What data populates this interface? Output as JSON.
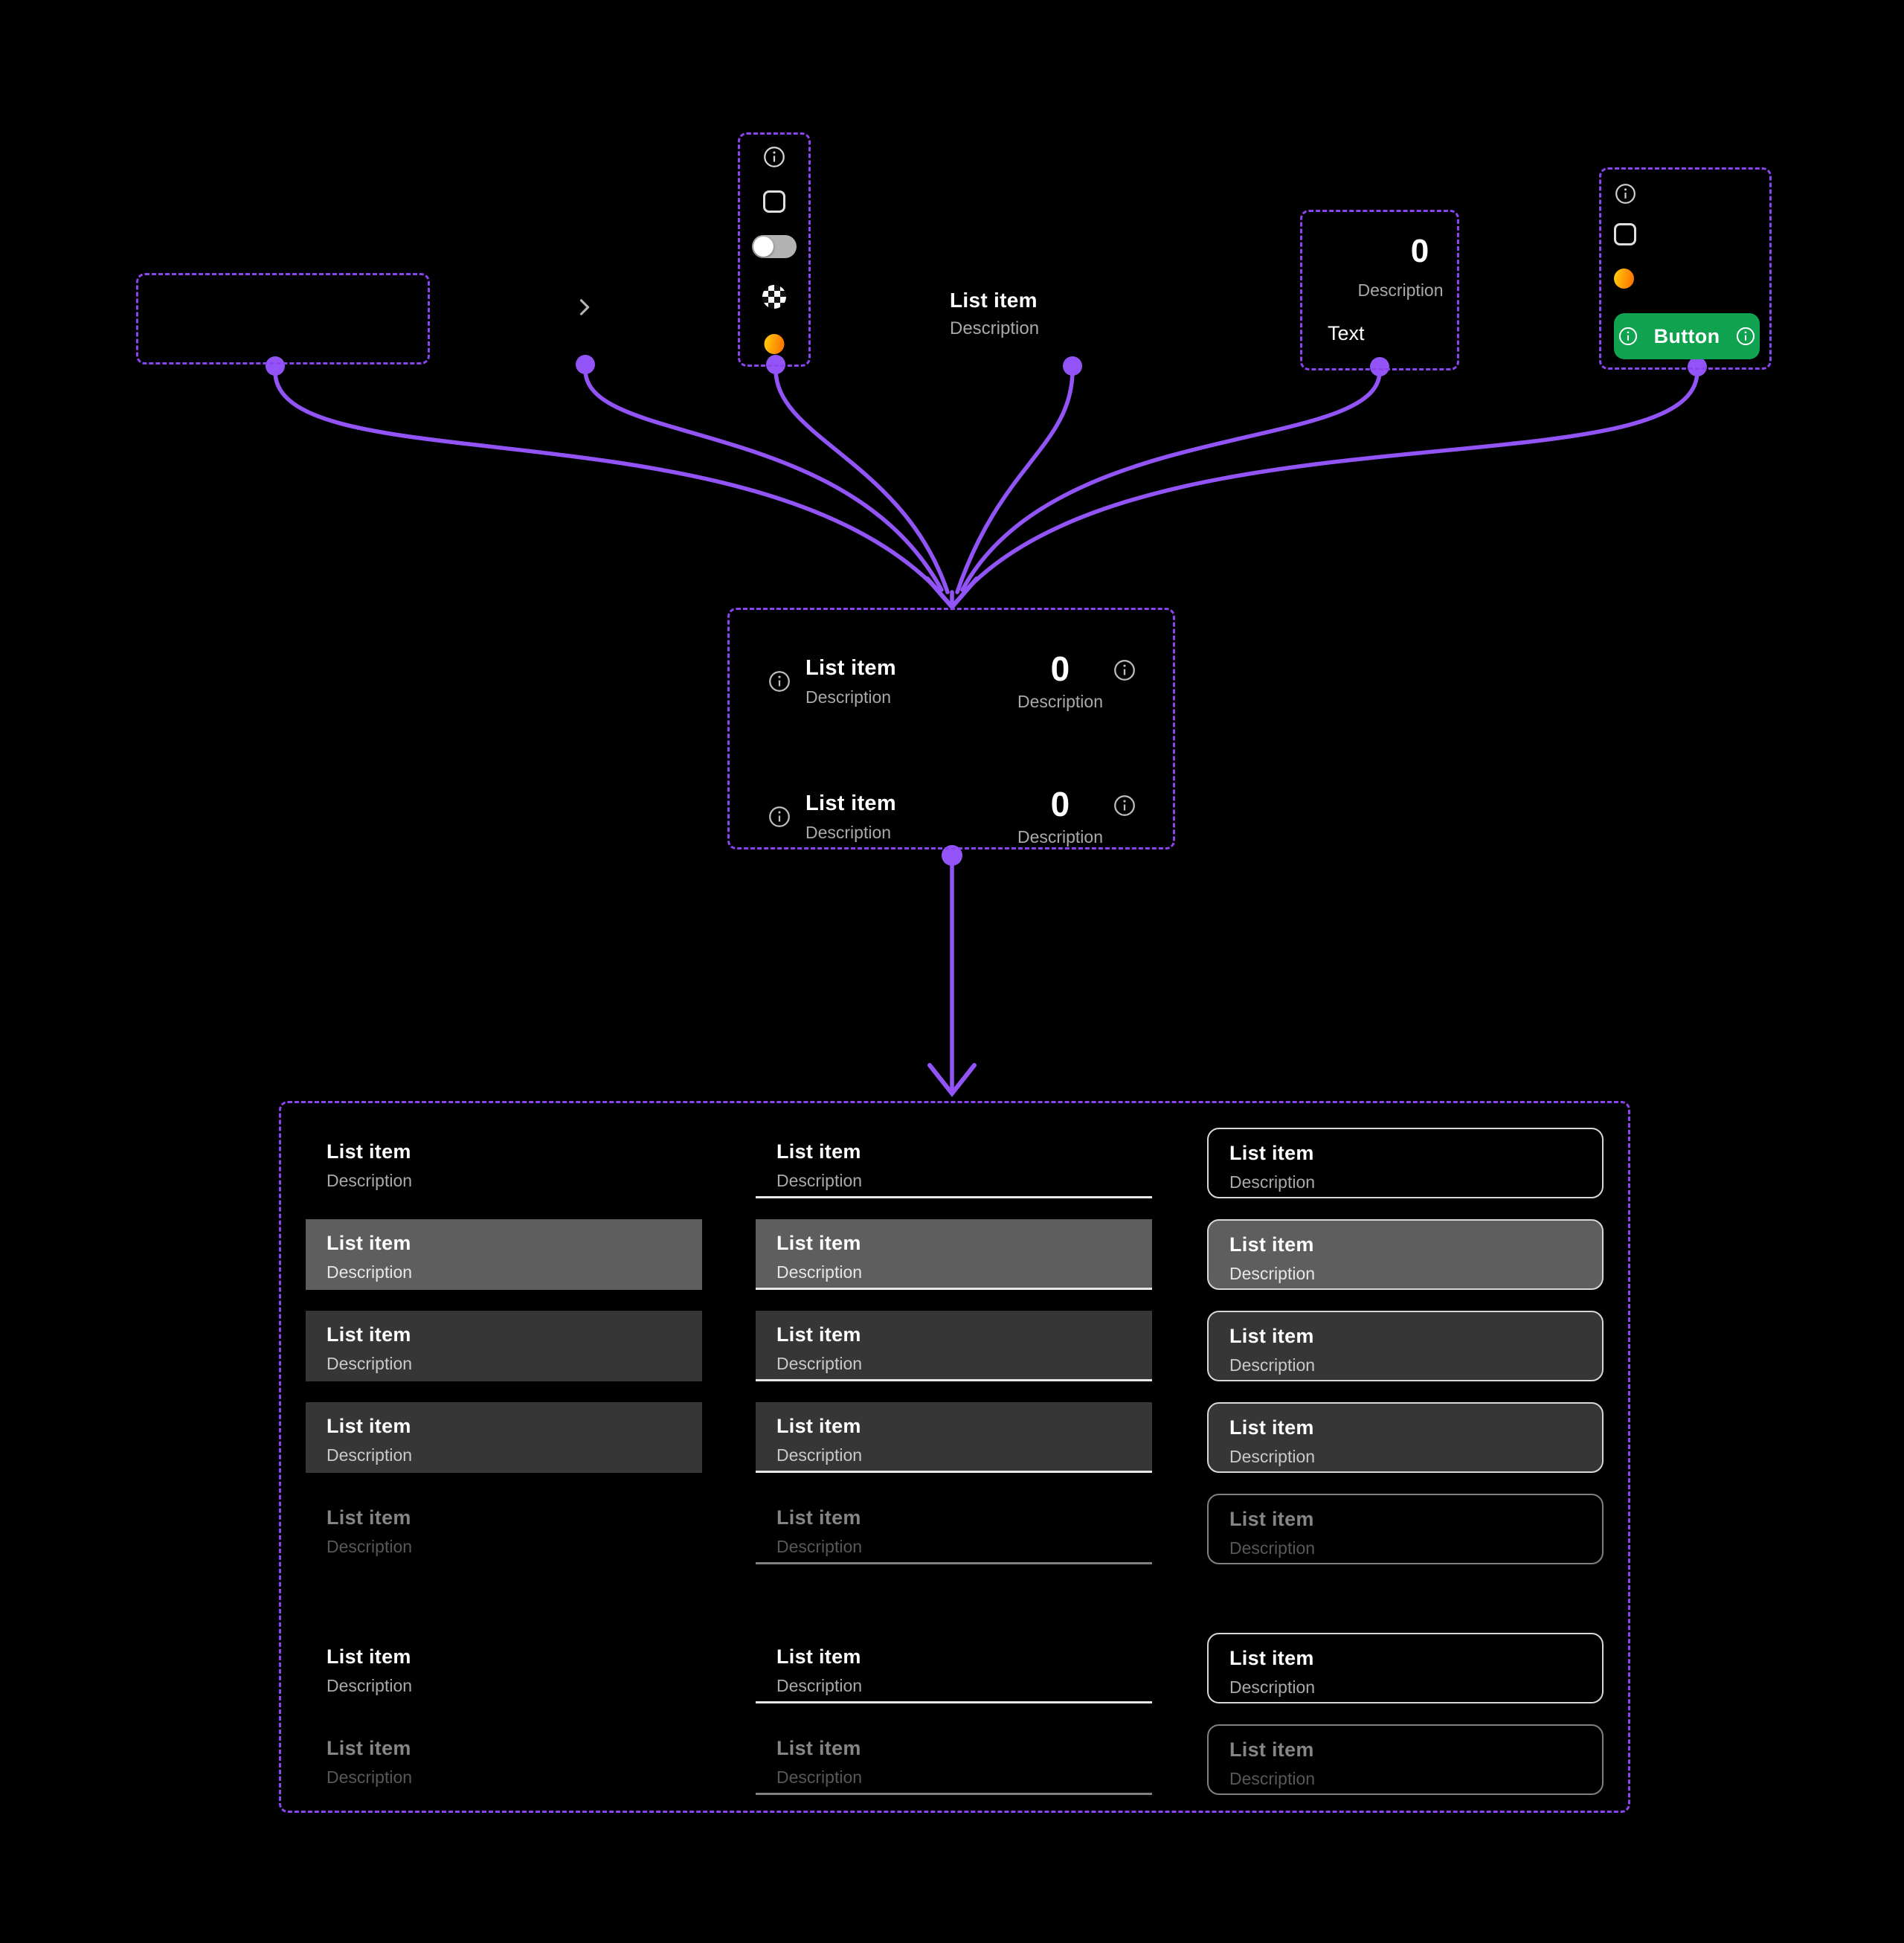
{
  "colors": {
    "purple-dash": "#8a45ef",
    "purple-line": "#9254f6",
    "green": "#0fa24f",
    "row-hover": "#5e5e5e",
    "row-pressed": "#363636",
    "title": "#ffffff",
    "desc": "#a9a9a9",
    "dis-title": "#858585",
    "dis-desc": "#575757",
    "line-white": "#e8e8e8",
    "line-dis": "#808080"
  },
  "components": {
    "chevron": {
      "icon": "chevron-right-icon"
    },
    "icon_panel": {
      "icons": [
        "info-icon",
        "checkbox-unchecked",
        "toggle-off",
        "checkerboard-swatch",
        "orange-dot"
      ]
    },
    "list_item_preview": {
      "title": "List item",
      "description": "Description"
    },
    "value_box": {
      "value": "0",
      "description": "Description",
      "text": "Text"
    },
    "button_box": {
      "icons": [
        "info-icon",
        "checkbox-unchecked",
        "orange-dot"
      ],
      "button_label": "Button"
    }
  },
  "detail_card": {
    "rows": [
      {
        "title": "List item",
        "description": "Description",
        "value": "0",
        "value_description": "Description"
      },
      {
        "title": "List item",
        "description": "Description",
        "value": "0",
        "value_description": "Description"
      }
    ]
  },
  "list_board": {
    "variants": [
      "flat",
      "underline",
      "outline"
    ],
    "rows": [
      {
        "title": "List item",
        "description": "Description",
        "state": "default"
      },
      {
        "title": "List item",
        "description": "Description",
        "state": "hover"
      },
      {
        "title": "List item",
        "description": "Description",
        "state": "pressed"
      },
      {
        "title": "List item",
        "description": "Description",
        "state": "pressed"
      },
      {
        "title": "List item",
        "description": "Description",
        "state": "disabled"
      },
      {
        "title": "List item",
        "description": "Description",
        "state": "default"
      },
      {
        "title": "List item",
        "description": "Description",
        "state": "disabled"
      }
    ]
  }
}
